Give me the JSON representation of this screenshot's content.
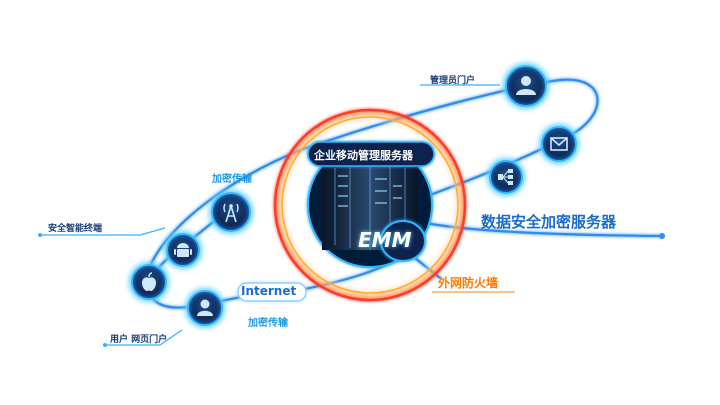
{
  "labels": {
    "portal": "管理员门户",
    "server_title": "企业移动管理服务器",
    "emm": "EMM",
    "transfer_top": "加密传输",
    "terminal": "安全智能终端",
    "internet": "Internet",
    "transfer_bottom": "加密传输",
    "user_portal": "用户  网页门户",
    "data_server": "数据安全加密服务器",
    "firewall": "外网防火墙"
  },
  "icons": {
    "admin": "user-icon",
    "mail": "mail-icon",
    "network": "network-icon",
    "tower": "signal-tower-icon",
    "android": "android-icon",
    "apple": "apple-icon",
    "user": "user-icon",
    "server": "server-rack-icon"
  },
  "colors": {
    "line": "#2f8cf0",
    "glow": "#5fd0ff",
    "ring_outer": "#ff3a2a",
    "ring_inner": "#ffb020",
    "firewall_text": "#ff7a00",
    "node_fill": "#0b1f44"
  }
}
